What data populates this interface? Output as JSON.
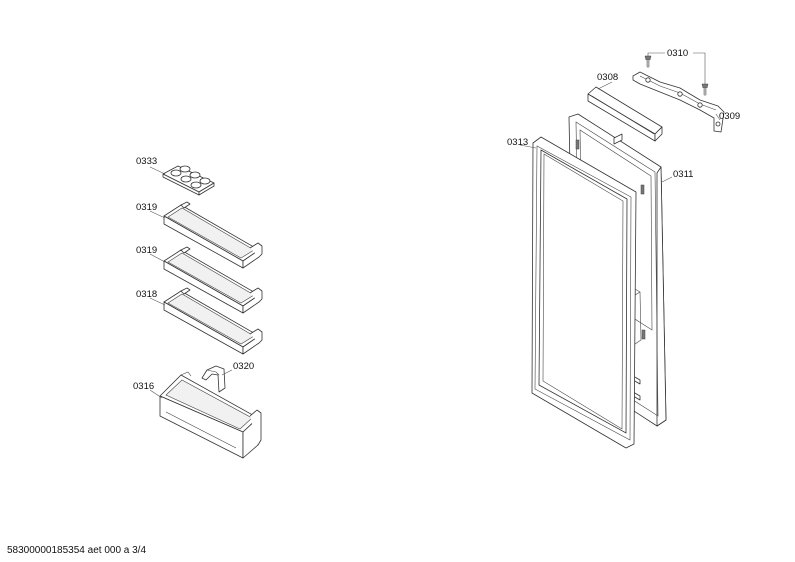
{
  "parts": [
    {
      "id": "egg-tray",
      "label": "0333"
    },
    {
      "id": "door-shelf-upper",
      "label": "0319"
    },
    {
      "id": "door-shelf-middle",
      "label": "0319"
    },
    {
      "id": "door-shelf-lower",
      "label": "0318"
    },
    {
      "id": "bottle-holder",
      "label": "0320"
    },
    {
      "id": "bottle-shelf",
      "label": "0316"
    },
    {
      "id": "screw",
      "label": "0310"
    },
    {
      "id": "door-cover",
      "label": "0308"
    },
    {
      "id": "door-hinge",
      "label": "0309"
    },
    {
      "id": "door-seal",
      "label": "0313"
    },
    {
      "id": "door-inner",
      "label": "0311"
    }
  ],
  "footer": "58300000185354 aet 000 a 3/4"
}
